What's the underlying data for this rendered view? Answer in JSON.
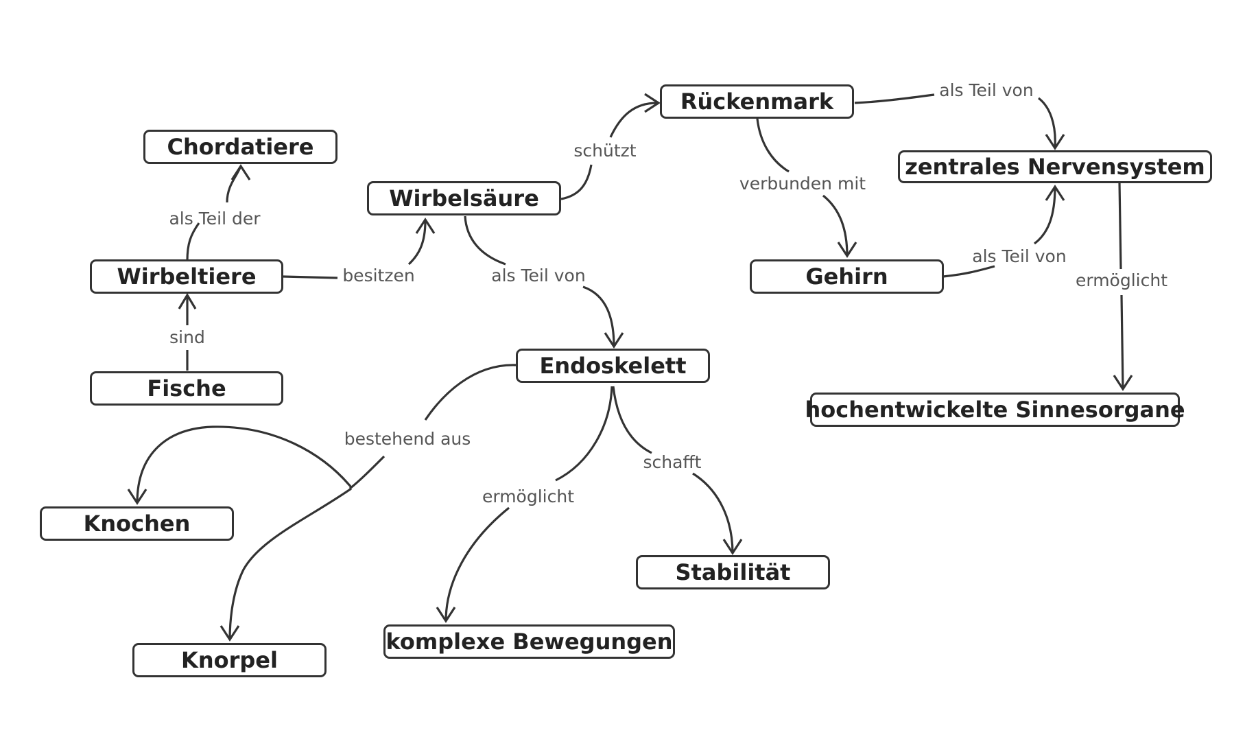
{
  "nodes": {
    "chordatiere": "Chordatiere",
    "wirbeltiere": "Wirbeltiere",
    "fische": "Fische",
    "wirbelsaeule": "Wirbelsäure",
    "rueckenmark": "Rückenmark",
    "zns": "zentrales Nervensystem",
    "gehirn": "Gehirn",
    "sinnesorgane": "hochentwickelte Sinnesorgane",
    "endoskelett": "Endoskelett",
    "knochen": "Knochen",
    "knorpel": "Knorpel",
    "bewegungen": "komplexe Bewegungen",
    "stabilitaet": "Stabilität"
  },
  "edges": {
    "wirbeltiere_chordatiere": "als Teil der",
    "fische_wirbeltiere": "sind",
    "wirbeltiere_wirbelsaeule": "besitzen",
    "wirbelsaeule_rueckenmark": "schützt",
    "wirbelsaeule_endoskelett": "als Teil von",
    "rueckenmark_zns": "als Teil von",
    "rueckenmark_gehirn": "verbunden mit",
    "gehirn_zns": "als Teil von",
    "zns_sinnesorgane": "ermöglicht",
    "endoskelett_bestehend": "bestehend aus",
    "endoskelett_bewegungen": "ermöglicht",
    "endoskelett_stabilitaet": "schafft"
  },
  "colors": {
    "stroke": "#333333",
    "label": "#555555",
    "background": "#ffffff"
  }
}
